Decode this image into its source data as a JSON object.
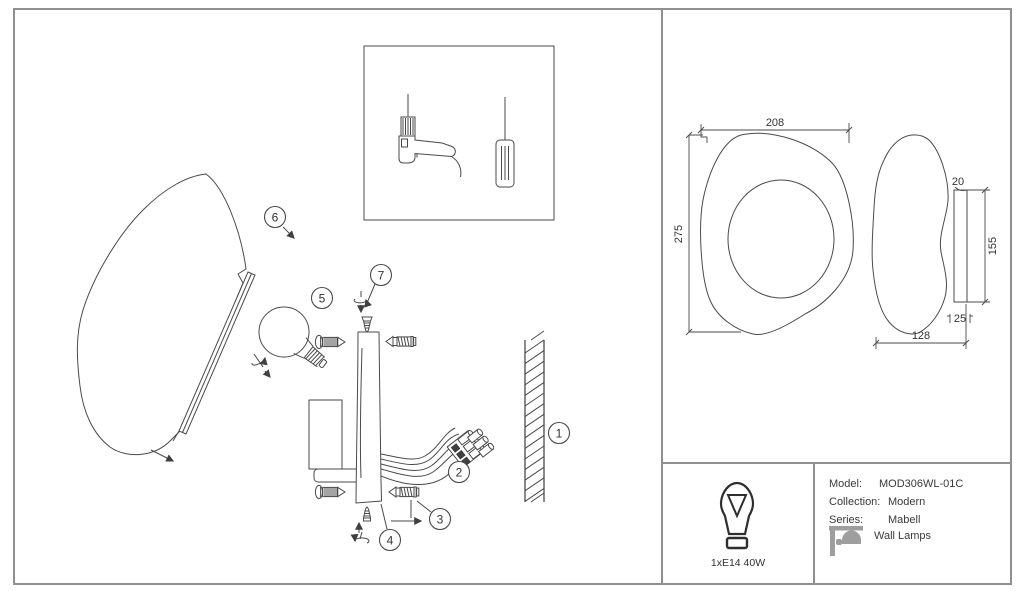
{
  "assembly": {
    "callouts": {
      "wall": "1",
      "terminal_block": "2",
      "wall_anchor": "3",
      "mounting_plate": "4",
      "bulb": "5",
      "shade": "6",
      "screw": "7"
    },
    "icons": [
      "drill-icon",
      "screwdriver-icon",
      "rotate-icon",
      "arrow-icon"
    ]
  },
  "dimensions": {
    "front_width": "208",
    "front_height": "275",
    "side_depth": "20",
    "back_plate_height": "155",
    "back_plate_bottom": "25",
    "side_width": "128"
  },
  "spec": {
    "lamp_info": "1xE14 40W",
    "model_label": "Model:",
    "model_value": "MOD306WL-01C",
    "collection_label": "Collection:",
    "collection_value": "Modern",
    "series_label": "Series:",
    "series_value": "Mabell",
    "category_value": "Wall Lamps"
  },
  "colors": {
    "line": "#4a4a4a",
    "border": "#8f8f8f",
    "icon_gray": "#9e9e9e"
  }
}
